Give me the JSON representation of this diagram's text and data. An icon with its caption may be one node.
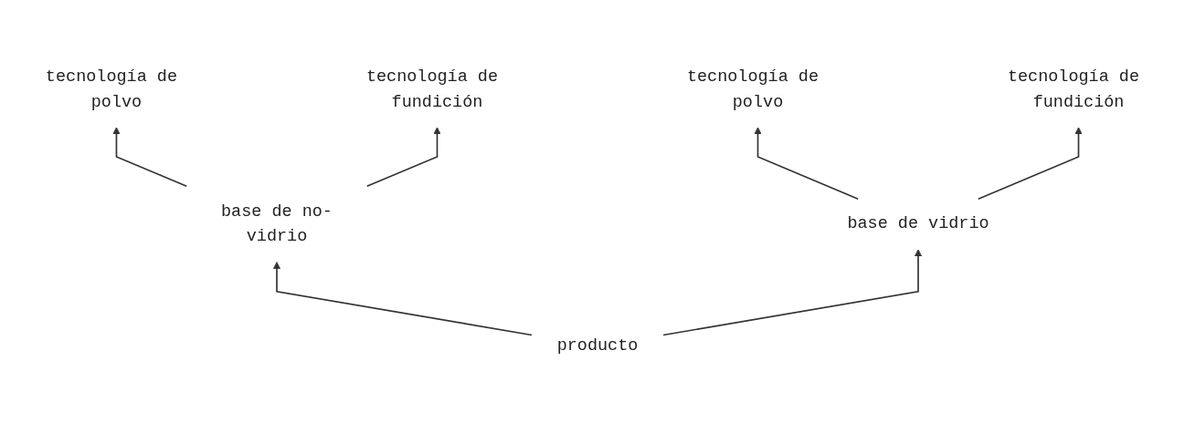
{
  "diagram": {
    "nodes": [
      {
        "text": [
          "tecnología de polvo"
        ]
      },
      {
        "text": [
          "tecnología de fundición"
        ]
      },
      {
        "text": [
          "tecnología de polvo"
        ]
      },
      {
        "text": [
          "tecnología de fundición"
        ]
      },
      {
        "text": [
          "base de no-vidrio"
        ]
      },
      {
        "text": [
          "base de vidrio"
        ]
      },
      {
        "text": [
          "producto"
        ]
      }
    ],
    "edges": [
      {
        "from": 6,
        "to": 4,
        "arrow": "to"
      },
      {
        "from": 6,
        "to": 5,
        "arrow": "to"
      },
      {
        "from": 4,
        "to": 0,
        "arrow": "to"
      },
      {
        "from": 4,
        "to": 1,
        "arrow": "to"
      },
      {
        "from": 5,
        "to": 2,
        "arrow": "to"
      },
      {
        "from": 5,
        "to": 3,
        "arrow": "to"
      }
    ]
  }
}
